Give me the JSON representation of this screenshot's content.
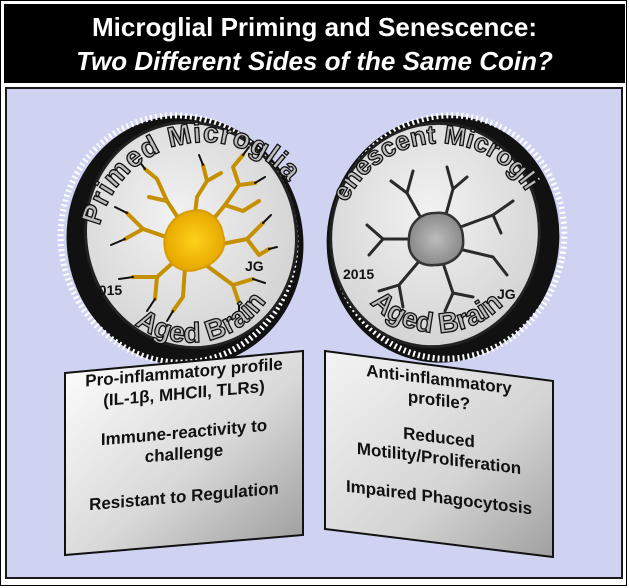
{
  "title": {
    "line1": "Microglial Priming and  Senescence:",
    "line2": "Two Different  Sides of the Same Coin?"
  },
  "colors": {
    "title_bg": "#000000",
    "panel_bg": "#d0d2f1",
    "coin_face": "#e4e4e4",
    "primed_cell": "#f2bd00",
    "primed_branch": "#c59000",
    "senescent_cell": "#a9a9a9",
    "senescent_branch": "#2a2a2a"
  },
  "coins": {
    "primed": {
      "top_text": "Primed Microglia",
      "bottom_text": "Aged Brain",
      "year": "2015",
      "initials": "JG"
    },
    "senescent": {
      "top_text": "Senescent Microglia",
      "bottom_text": "Aged Brain",
      "year": "2015",
      "initials": "JG"
    }
  },
  "cards": {
    "primed": {
      "item1_line1": "Pro-inflammatory profile",
      "item1_line2": "(IL-1β, MHCII, TLRs)",
      "item2_line1": "Immune-reactivity to",
      "item2_line2": "challenge",
      "item3": "Resistant to Regulation"
    },
    "senescent": {
      "item1_line1": "Anti-inflammatory",
      "item1_line2": "profile?",
      "item2_line1": "Reduced",
      "item2_line2": "Motility/Proliferation",
      "item3": "Impaired Phagocytosis"
    }
  }
}
